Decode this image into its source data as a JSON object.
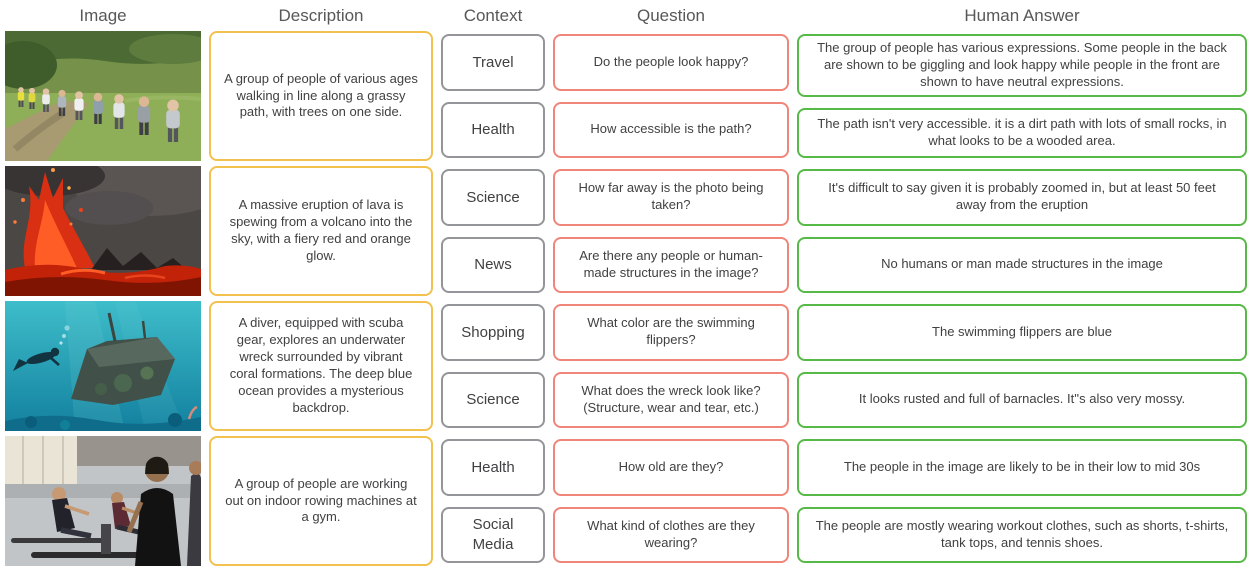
{
  "header": {
    "columns": [
      "Image",
      "Description",
      "Context",
      "Question",
      "Human Answer"
    ]
  },
  "colors": {
    "description_border": "#F2C14E",
    "context_border": "#939598",
    "question_border": "#F0857A",
    "answer_border": "#57B947",
    "header_text": "#58585A",
    "body_text": "#414042"
  },
  "rows": [
    {
      "image_label": "hikers-walking-grassy-path",
      "description": "A group of people of various ages walking in line along a grassy path, with trees on one side.",
      "qa": [
        {
          "context": "Travel",
          "question": "Do the people look happy?",
          "answer": "The group of people has various expressions. Some people in the back are shown to be giggling and look happy while people in the front are shown to have neutral expressions."
        },
        {
          "context": "Health",
          "question": "How accessible is the path?",
          "answer": "The path isn't very accessible. it is a dirt path with lots of small rocks, in what looks to be a wooded area."
        }
      ]
    },
    {
      "image_label": "volcano-lava-eruption",
      "description": "A massive eruption of lava is spewing from a volcano into the sky, with a fiery red and orange glow.",
      "qa": [
        {
          "context": "Science",
          "question": "How far away is the photo being taken?",
          "answer": "It's difficult to say given it is probably zoomed in, but at least 50 feet away from the eruption"
        },
        {
          "context": "News",
          "question": "Are there any people or human-made structures in the image?",
          "answer": "No humans or man made structures in the image"
        }
      ]
    },
    {
      "image_label": "scuba-diver-underwater-wreck",
      "description": "A diver, equipped with scuba gear, explores an underwater wreck surrounded by vibrant coral formations. The deep blue ocean provides a mysterious backdrop.",
      "qa": [
        {
          "context": "Shopping",
          "question": "What color are the swimming flippers?",
          "answer": "The swimming flippers are blue"
        },
        {
          "context": "Science",
          "question": "What does the wreck look like? (Structure, wear and tear, etc.)",
          "answer": "It looks rusted and full of barnacles. It''s also very mossy."
        }
      ]
    },
    {
      "image_label": "people-indoor-rowing-machines-gym",
      "description": "A group of people are working out on indoor rowing machines at a gym.",
      "qa": [
        {
          "context": "Health",
          "question": "How old are they?",
          "answer": "The people in the image are likely to be in their low to mid 30s"
        },
        {
          "context": "Social Media",
          "question": "What kind of clothes are they wearing?",
          "answer": "The people are mostly wearing workout clothes, such as shorts, t-shirts, tank tops, and tennis shoes."
        }
      ]
    }
  ]
}
